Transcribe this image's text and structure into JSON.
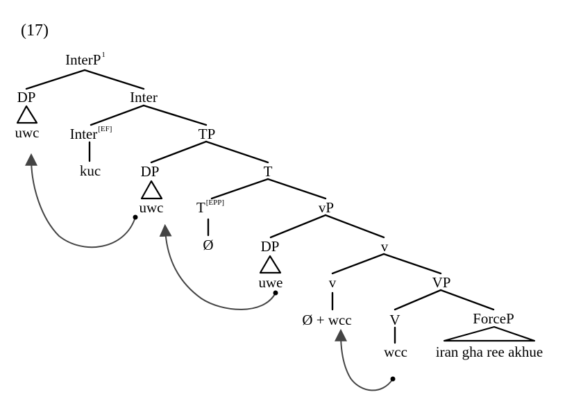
{
  "example_number": "(17)",
  "nodes": {
    "interp": {
      "text": "InterP",
      "sup": "1"
    },
    "dp1": {
      "text": "DP"
    },
    "uwc1": {
      "text": "uwc"
    },
    "inter": {
      "text": "Inter"
    },
    "interef": {
      "text": "Inter",
      "sup": "[EF]"
    },
    "kuc": {
      "text": "kuc"
    },
    "tp": {
      "text": "TP"
    },
    "dp2": {
      "text": "DP"
    },
    "uwc2": {
      "text": "uwc"
    },
    "t": {
      "text": "T"
    },
    "tepp": {
      "text": "T",
      "sup": "[EPP]"
    },
    "null_t": {
      "text": "Ø"
    },
    "vp": {
      "text": "vP"
    },
    "dp3": {
      "text": "DP"
    },
    "uwe": {
      "text": "uwe"
    },
    "vbar": {
      "text": "v"
    },
    "vhead": {
      "text": "v"
    },
    "null_wcc": {
      "text": "Ø + wcc"
    },
    "bigvp": {
      "text": "VP"
    },
    "V": {
      "text": "V"
    },
    "wcc": {
      "text": "wcc"
    },
    "forcep": {
      "text": "ForceP"
    },
    "force_content": {
      "text": "iran gha ree akhue"
    }
  }
}
